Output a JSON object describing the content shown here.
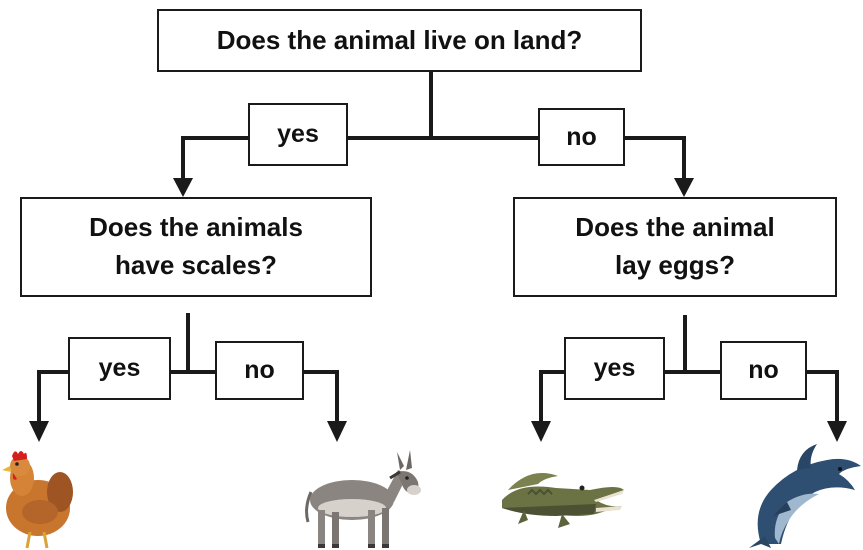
{
  "root": {
    "question": "Does the animal live on land?"
  },
  "branches": {
    "root_yes": "yes",
    "root_no": "no",
    "left_yes": "yes",
    "left_no": "no",
    "right_yes": "yes",
    "right_no": "no"
  },
  "left": {
    "line1": "Does the animals",
    "line2": "have scales?"
  },
  "right": {
    "line1": "Does the animal",
    "line2": "lay eggs?"
  },
  "leaves": [
    "chicken-icon",
    "donkey-icon",
    "crocodile-icon",
    "dolphin-icon"
  ],
  "colors": {
    "line": "#1a1a1a",
    "text": "#111111",
    "background": "#ffffff"
  }
}
